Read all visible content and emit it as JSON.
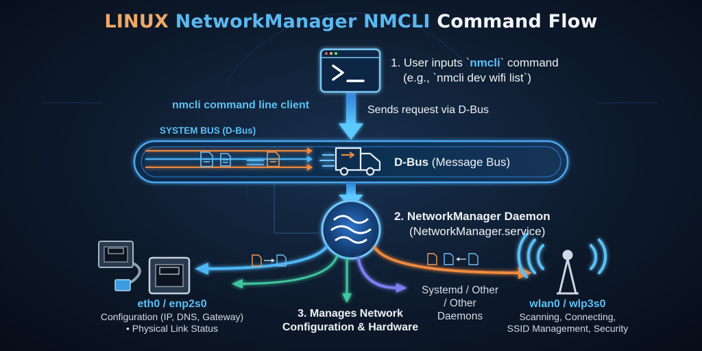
{
  "title": {
    "part1": "LINUX",
    "part2": "NetworkManager NMCLI",
    "part3": "Command Flow"
  },
  "step1": {
    "line1_pre": "1. User inputs `",
    "line1_cmd": "nmcli",
    "line1_post": "` command",
    "line2": "(e.g., `nmcli dev wifi list`)"
  },
  "client_label": "nmcli command line client",
  "sends_label": "Sends request via D-Bus",
  "system_bus_label": "SYSTEM BUS (D-Bus)",
  "dbus": {
    "bold": "D-Bus",
    "rest": " (Message Bus)"
  },
  "step2": {
    "line1": "2. NetworkManager Daemon",
    "line2": "(NetworkManager.service)"
  },
  "step3": {
    "line1": "3. Manages Network",
    "line2": "Configuration & Hardware"
  },
  "systemd": {
    "line1": "Systemd / Other",
    "line2": "/ Other",
    "line3": "Daemons"
  },
  "eth": {
    "name": "eth0 / enp2s0",
    "line1": "Configuration (IP, DNS, Gateway)",
    "line2": "• Physical Link Status"
  },
  "wlan": {
    "name": "wlan0 / wlp3s0",
    "line1": "Scanning, Connecting,",
    "line2": "SSID Management, Security"
  },
  "icons": {
    "terminal": "terminal-icon",
    "van": "delivery-van-icon",
    "daemon": "networkmanager-wave-icon",
    "ethernet": "ethernet-port-icon",
    "wifi": "wifi-antenna-icon",
    "document": "document-icon"
  },
  "colors": {
    "blue": "#4fb6f5",
    "orange": "#f08a3c",
    "green": "#3fc7a0",
    "violet": "#7a7ef0",
    "title_orange": "#f0a868"
  }
}
